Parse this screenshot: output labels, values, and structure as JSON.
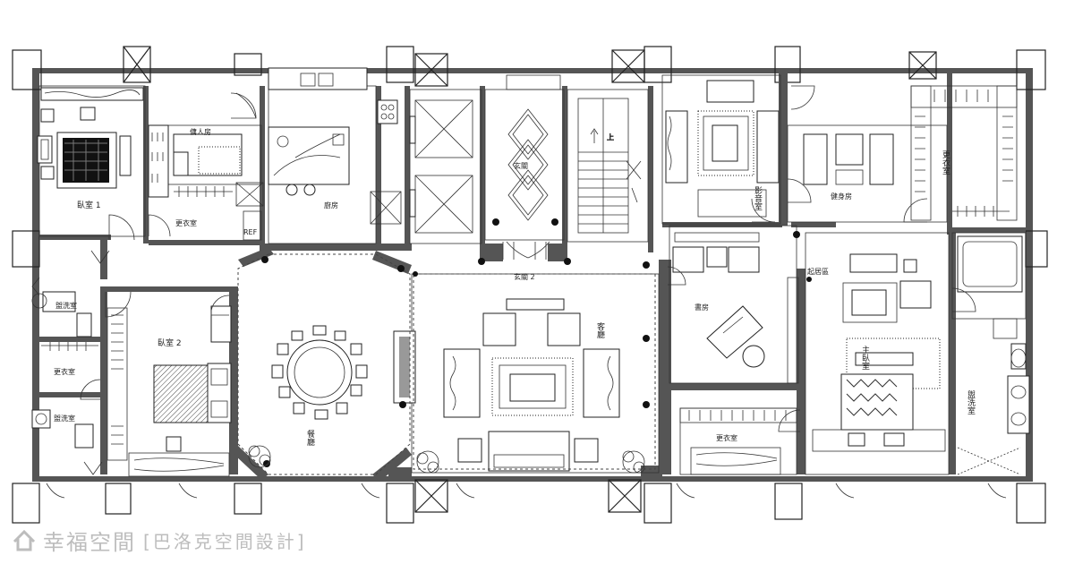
{
  "rooms": {
    "bedroom1": "臥室 1",
    "bedroom2": "臥室 2",
    "maid_room": "傭人房",
    "closet_a": "更衣室",
    "closet_b": "更衣室",
    "closet_c": "更衣室",
    "closet_d": "更衣室",
    "bath_a": "盥洗室",
    "bath_b": "盥洗室",
    "bath_c": "盥洗室",
    "kitchen": "廚房",
    "refrigerator": "REF",
    "dining": "餐廳",
    "entrance2": "玄關 2",
    "entrance_center": "玄關",
    "living": "客廳",
    "study": "書房",
    "gym": "健身房",
    "leisure": "起居區",
    "master": "主臥室",
    "av_room": "影音室",
    "stair_up": "上"
  },
  "footer": {
    "brand": "幸福空間",
    "credit": "[巴洛克空間設計]"
  },
  "colors": {
    "walls": "#555555",
    "lines": "#222222",
    "footer_text": "#bdbdbd"
  }
}
